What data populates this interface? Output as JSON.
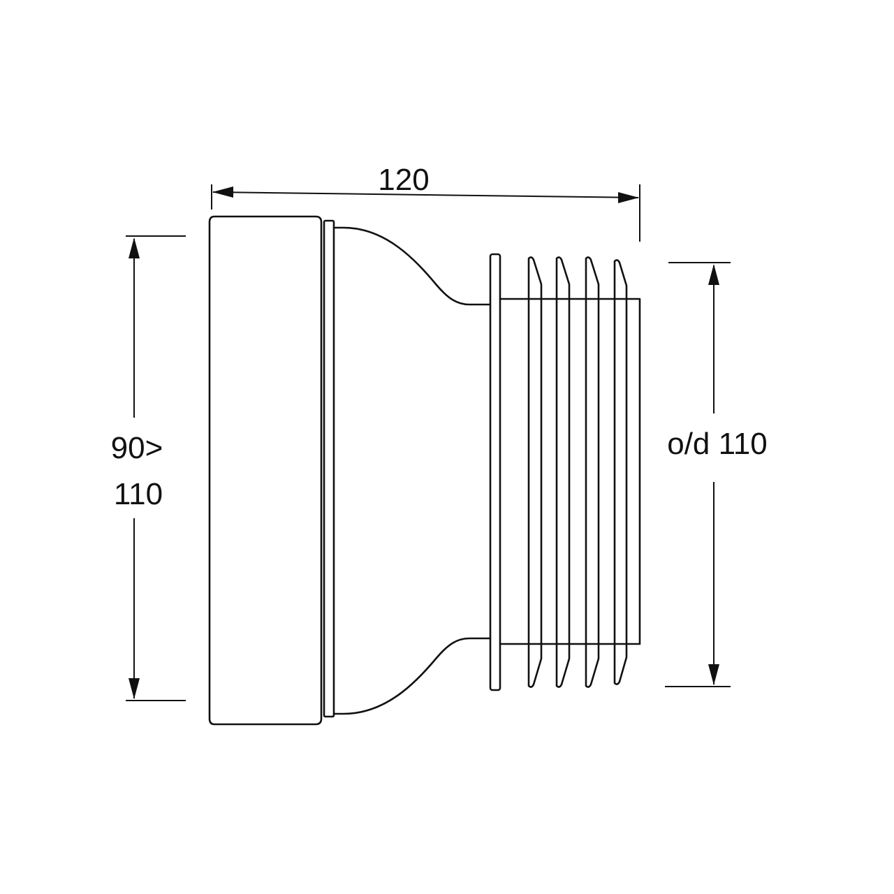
{
  "dimensions": {
    "length": "120",
    "inlet_line1": "90>",
    "inlet_line2": "110",
    "outlet": "o/d 110"
  },
  "colors": {
    "ink": "#111111",
    "background": "#ffffff"
  }
}
